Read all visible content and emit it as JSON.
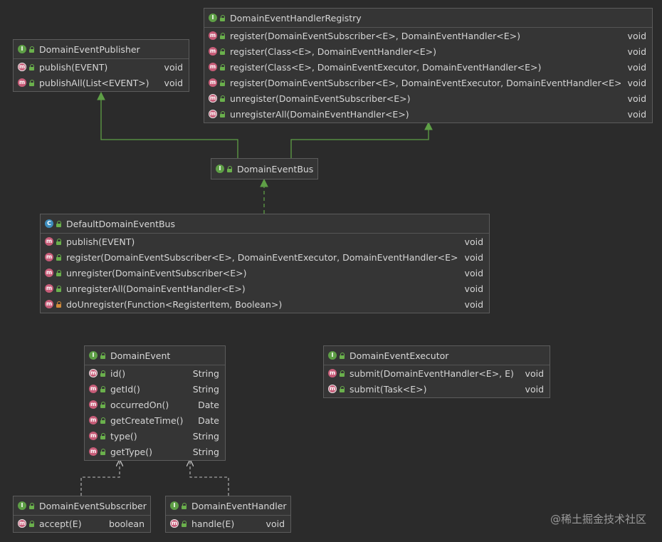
{
  "colors": {
    "background": "#2b2b2b",
    "box_bg": "#353535",
    "border": "#5c5c5c",
    "edge": "#5e9f46",
    "dependency_edge": "#bdbdbd",
    "interface_icon": "#5e9f46",
    "class_icon": "#3d8dbd",
    "method_icon": "#c75c78"
  },
  "classes": {
    "publisher": {
      "name": "DomainEventPublisher",
      "kind": "I",
      "methods": [
        {
          "name": "publish(EVENT)",
          "type": "void",
          "icon": "m",
          "abstract": true
        },
        {
          "name": "publishAll(List<EVENT>)",
          "type": "void",
          "icon": "m",
          "abstract": false
        }
      ]
    },
    "registry": {
      "name": "DomainEventHandlerRegistry",
      "kind": "I",
      "methods": [
        {
          "name": "register(DomainEventSubscriber<E>, DomainEventHandler<E>)",
          "type": "void",
          "icon": "m",
          "abstract": false
        },
        {
          "name": "register(Class<E>, DomainEventHandler<E>)",
          "type": "void",
          "icon": "m",
          "abstract": false
        },
        {
          "name": "register(Class<E>, DomainEventExecutor, DomainEventHandler<E>)",
          "type": "void",
          "icon": "m",
          "abstract": false
        },
        {
          "name": "register(DomainEventSubscriber<E>, DomainEventExecutor, DomainEventHandler<E>)",
          "type": "void",
          "icon": "m",
          "abstract": false
        },
        {
          "name": "unregister(DomainEventSubscriber<E>)",
          "type": "void",
          "icon": "m",
          "abstract": true
        },
        {
          "name": "unregisterAll(DomainEventHandler<E>)",
          "type": "void",
          "icon": "m",
          "abstract": true
        }
      ]
    },
    "bus": {
      "name": "DomainEventBus",
      "kind": "I",
      "methods": []
    },
    "defaultBus": {
      "name": "DefaultDomainEventBus",
      "kind": "C",
      "methods": [
        {
          "name": "publish(EVENT)",
          "type": "void",
          "icon": "m",
          "abstract": false
        },
        {
          "name": "register(DomainEventSubscriber<E>, DomainEventExecutor, DomainEventHandler<E>)",
          "type": "void",
          "icon": "m",
          "abstract": false
        },
        {
          "name": "unregister(DomainEventSubscriber<E>)",
          "type": "void",
          "icon": "m",
          "abstract": false
        },
        {
          "name": "unregisterAll(DomainEventHandler<E>)",
          "type": "void",
          "icon": "m",
          "abstract": false
        },
        {
          "name": "doUnregister(Function<RegisterItem, Boolean>)",
          "type": "void",
          "icon": "m",
          "abstract": false,
          "private": true
        }
      ]
    },
    "event": {
      "name": "DomainEvent",
      "kind": "I",
      "methods": [
        {
          "name": "id()",
          "type": "String",
          "icon": "m",
          "abstract": true
        },
        {
          "name": "getId()",
          "type": "String",
          "icon": "m",
          "abstract": false
        },
        {
          "name": "occurredOn()",
          "type": "Date",
          "icon": "m",
          "abstract": false
        },
        {
          "name": "getCreateTime()",
          "type": "Date",
          "icon": "m",
          "abstract": false
        },
        {
          "name": "type()",
          "type": "String",
          "icon": "m",
          "abstract": false
        },
        {
          "name": "getType()",
          "type": "String",
          "icon": "m",
          "abstract": false
        }
      ]
    },
    "executor": {
      "name": "DomainEventExecutor",
      "kind": "I",
      "methods": [
        {
          "name": "submit(DomainEventHandler<E>, E)",
          "type": "void",
          "icon": "m",
          "abstract": false
        },
        {
          "name": "submit(Task<E>)",
          "type": "void",
          "icon": "m",
          "abstract": true
        }
      ]
    },
    "subscriber": {
      "name": "DomainEventSubscriber",
      "kind": "I",
      "methods": [
        {
          "name": "accept(E)",
          "type": "boolean",
          "icon": "m",
          "abstract": true
        }
      ]
    },
    "handler": {
      "name": "DomainEventHandler",
      "kind": "I",
      "methods": [
        {
          "name": "handle(E)",
          "type": "void",
          "icon": "m",
          "abstract": true
        }
      ]
    }
  },
  "watermark": "@稀土掘金技术社区"
}
